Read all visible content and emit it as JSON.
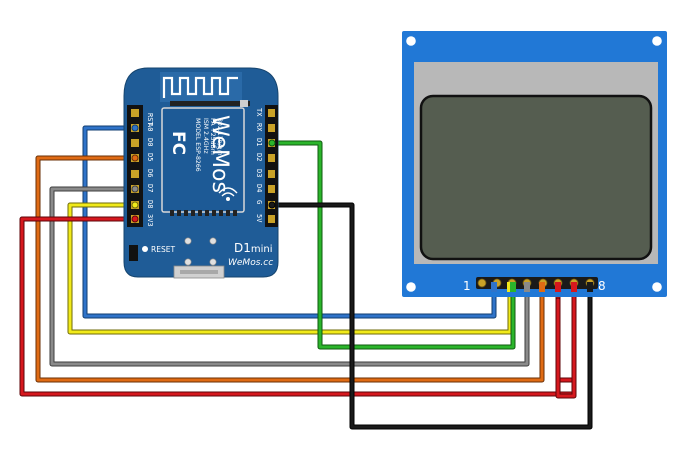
{
  "board": {
    "left_pins": [
      "RST",
      "A0",
      "D0",
      "D5",
      "D6",
      "D7",
      "D8",
      "3V3"
    ],
    "right_pins": [
      "TX",
      "RX",
      "D1",
      "D2",
      "D3",
      "D4",
      "G",
      "5V"
    ],
    "module_lines": [
      "MODEL ESP-8266",
      "ISM 2.4GHz",
      "PA +25dBm",
      "802.11b/g/n"
    ],
    "fc_mark": "FC",
    "brand_logo": "WeMos",
    "reset_label": "RESET",
    "model_name": "D1",
    "model_suffix": "mini",
    "website": "WeMos.cc"
  },
  "display": {
    "pin_first": "1",
    "pin_last": "8"
  },
  "colors": {
    "board_blue": "#1F5C97",
    "display_blue": "#2178D6",
    "lcd_screen": "#555D50",
    "wire_blue": "#2F73C9",
    "wire_yellow": "#F1EA1A",
    "wire_green": "#2BB52B",
    "wire_gray": "#8A8A8A",
    "wire_orange": "#E06B14",
    "wire_red": "#D6181E",
    "wire_black": "#1A1A1A"
  }
}
